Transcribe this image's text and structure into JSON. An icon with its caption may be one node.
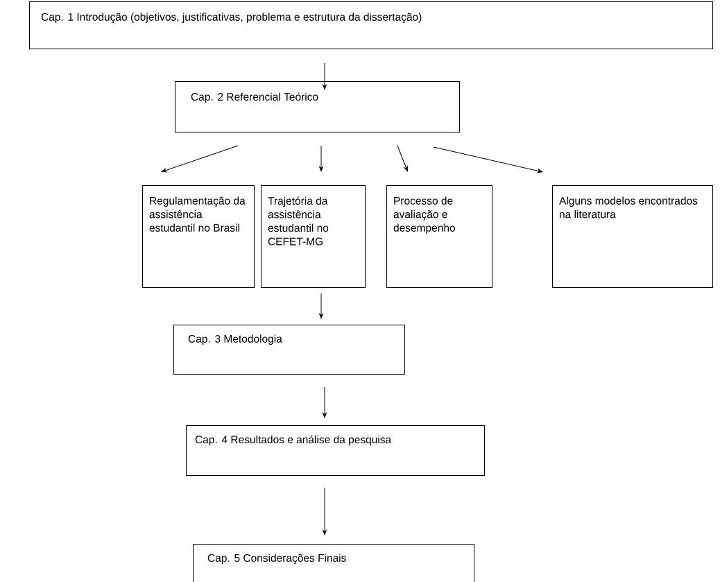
{
  "diagram": {
    "nodes": [
      {
        "text": [
          "Cap. 1 Introdução (objetivos, justificativas, problema e estrutura da dissertação)"
        ]
      },
      {
        "text": [
          "Cap. 2 Referencial Teórico"
        ]
      },
      {
        "text": [
          "Regulamentação da assistência estudantil no Brasil"
        ]
      },
      {
        "text": [
          "Trajetória da assistência estudantil no CEFET-MG"
        ]
      },
      {
        "text": [
          "Processo de avaliação e desempenho"
        ]
      },
      {
        "text": [
          "Alguns modelos encontrados na literatura"
        ]
      },
      {
        "text": [
          "Cap. 3 Metodologia"
        ]
      },
      {
        "text": [
          "Cap. 4 Resultados e análise da pesquisa"
        ]
      },
      {
        "text": [
          "Cap. 5 Considerações Finais"
        ]
      }
    ],
    "edges": [
      {
        "from": 0,
        "to": 1,
        "arrow": "to"
      },
      {
        "from": 1,
        "to": 2,
        "arrow": "to"
      },
      {
        "from": 1,
        "to": 3,
        "arrow": "to"
      },
      {
        "from": 1,
        "to": 4,
        "arrow": "to"
      },
      {
        "from": 1,
        "to": 5,
        "arrow": "to"
      },
      {
        "from": 3,
        "to": 6,
        "arrow": "to"
      },
      {
        "from": 6,
        "to": 7,
        "arrow": "to"
      },
      {
        "from": 7,
        "to": 8,
        "arrow": "to"
      }
    ]
  }
}
